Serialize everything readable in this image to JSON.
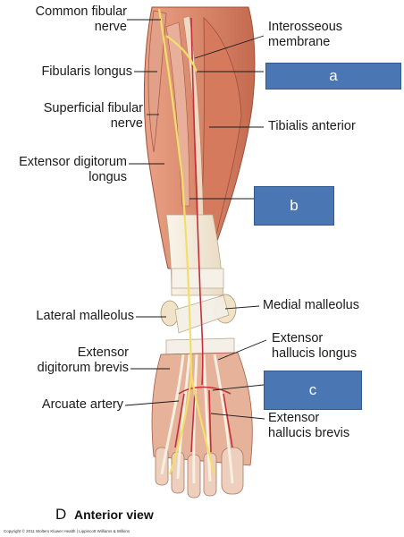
{
  "labels": {
    "common_fibular_nerve": [
      "Common fibular",
      "nerve"
    ],
    "interosseous_membrane": [
      "Interosseous",
      "membrane"
    ],
    "fibularis_longus": "Fibularis  longus",
    "superficial_fibular_nerve": [
      "Superficial fibular",
      "nerve"
    ],
    "tibialis_anterior": "Tibialis anterior",
    "extensor_digitorum_longus": [
      "Extensor digitorum",
      "longus"
    ],
    "medial_malleolus": "Medial malleolus",
    "lateral_malleolus": "Lateral malleolus",
    "extensor_hallucis_longus": [
      "Extensor",
      "hallucis longus"
    ],
    "extensor_digitorum_brevis": [
      "Extensor",
      "digitorum brevis"
    ],
    "arcuate_artery": "Arcuate artery",
    "extensor_hallucis_brevis": [
      "Extensor",
      "hallucis brevis"
    ]
  },
  "answer_boxes": [
    "a",
    "b",
    "c"
  ],
  "view_letter": "D",
  "view_title": "Anterior view",
  "copyright": "Copyright © 2011 Wolters Kluwer Health | Lippincott Williams & Wilkins",
  "colors": {
    "muscle": "#d9876a",
    "muscle_dark": "#b85a43",
    "tendon": "#f2e8d8",
    "nerve": "#f1df6a",
    "artery": "#c4303a",
    "bone": "#f3e6c9",
    "box": "#4a77b4"
  }
}
